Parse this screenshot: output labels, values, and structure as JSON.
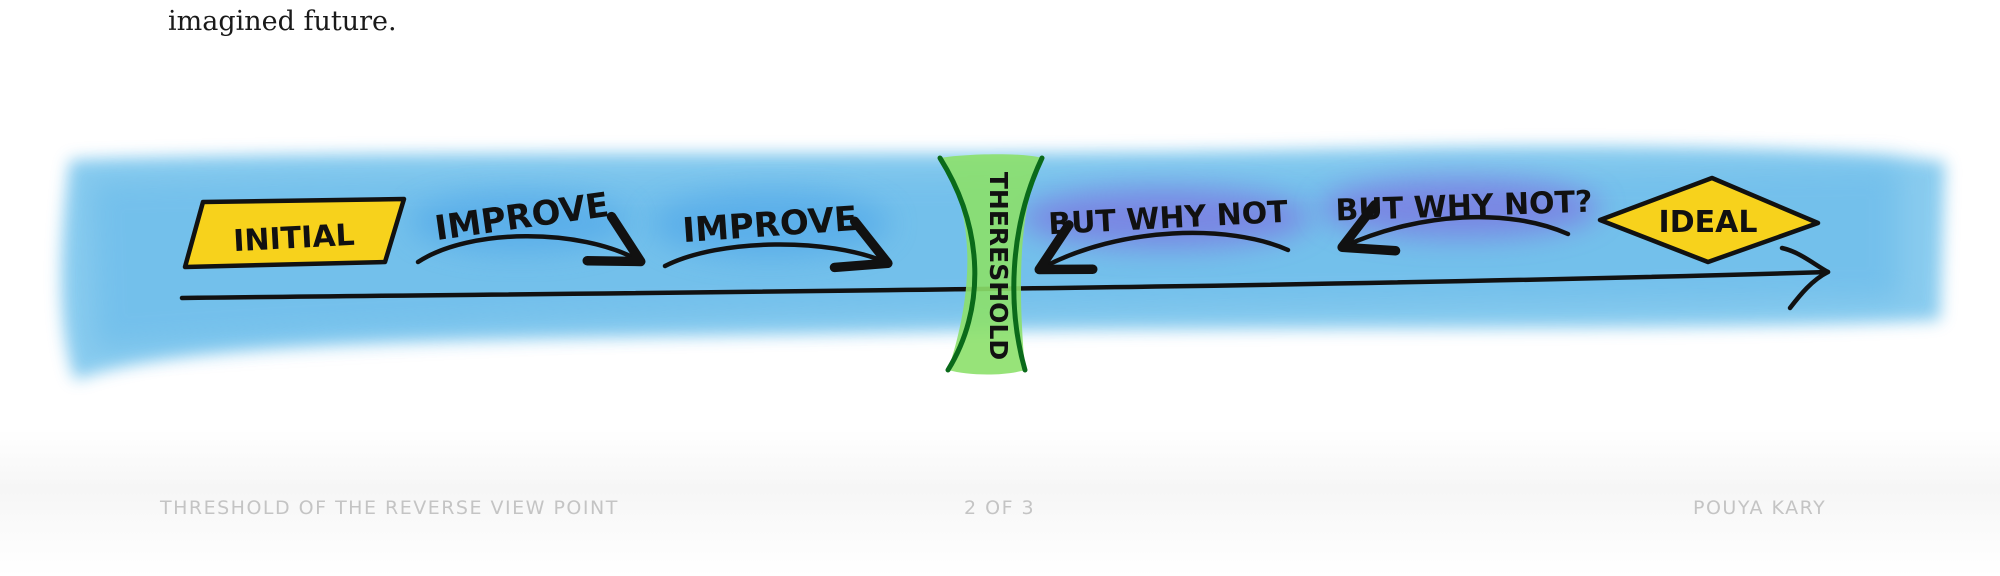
{
  "page": {
    "intro_text": "imagined future."
  },
  "diagram": {
    "initial": "INITIAL",
    "improve_1": "IMPROVE",
    "improve_2": "IMPROVE",
    "threshold": "THERESHOLD",
    "but_why_not_1": "BUT WHY NOT",
    "but_why_not_2": "BUT WHY NOT?",
    "ideal": "IDEAL",
    "colors": {
      "water": "#74c3ec",
      "initial_fill": "#f7d21c",
      "ideal_fill": "#f7d21c",
      "threshold_fill": "#8ce06a",
      "improve_glow": "#4aa2e8",
      "why_not_glow": "#7d6fe0",
      "ink": "#111111"
    }
  },
  "footer": {
    "left": "THRESHOLD OF THE REVERSE VIEW POINT",
    "center": "2 OF 3",
    "right": "POUYA KARY"
  }
}
